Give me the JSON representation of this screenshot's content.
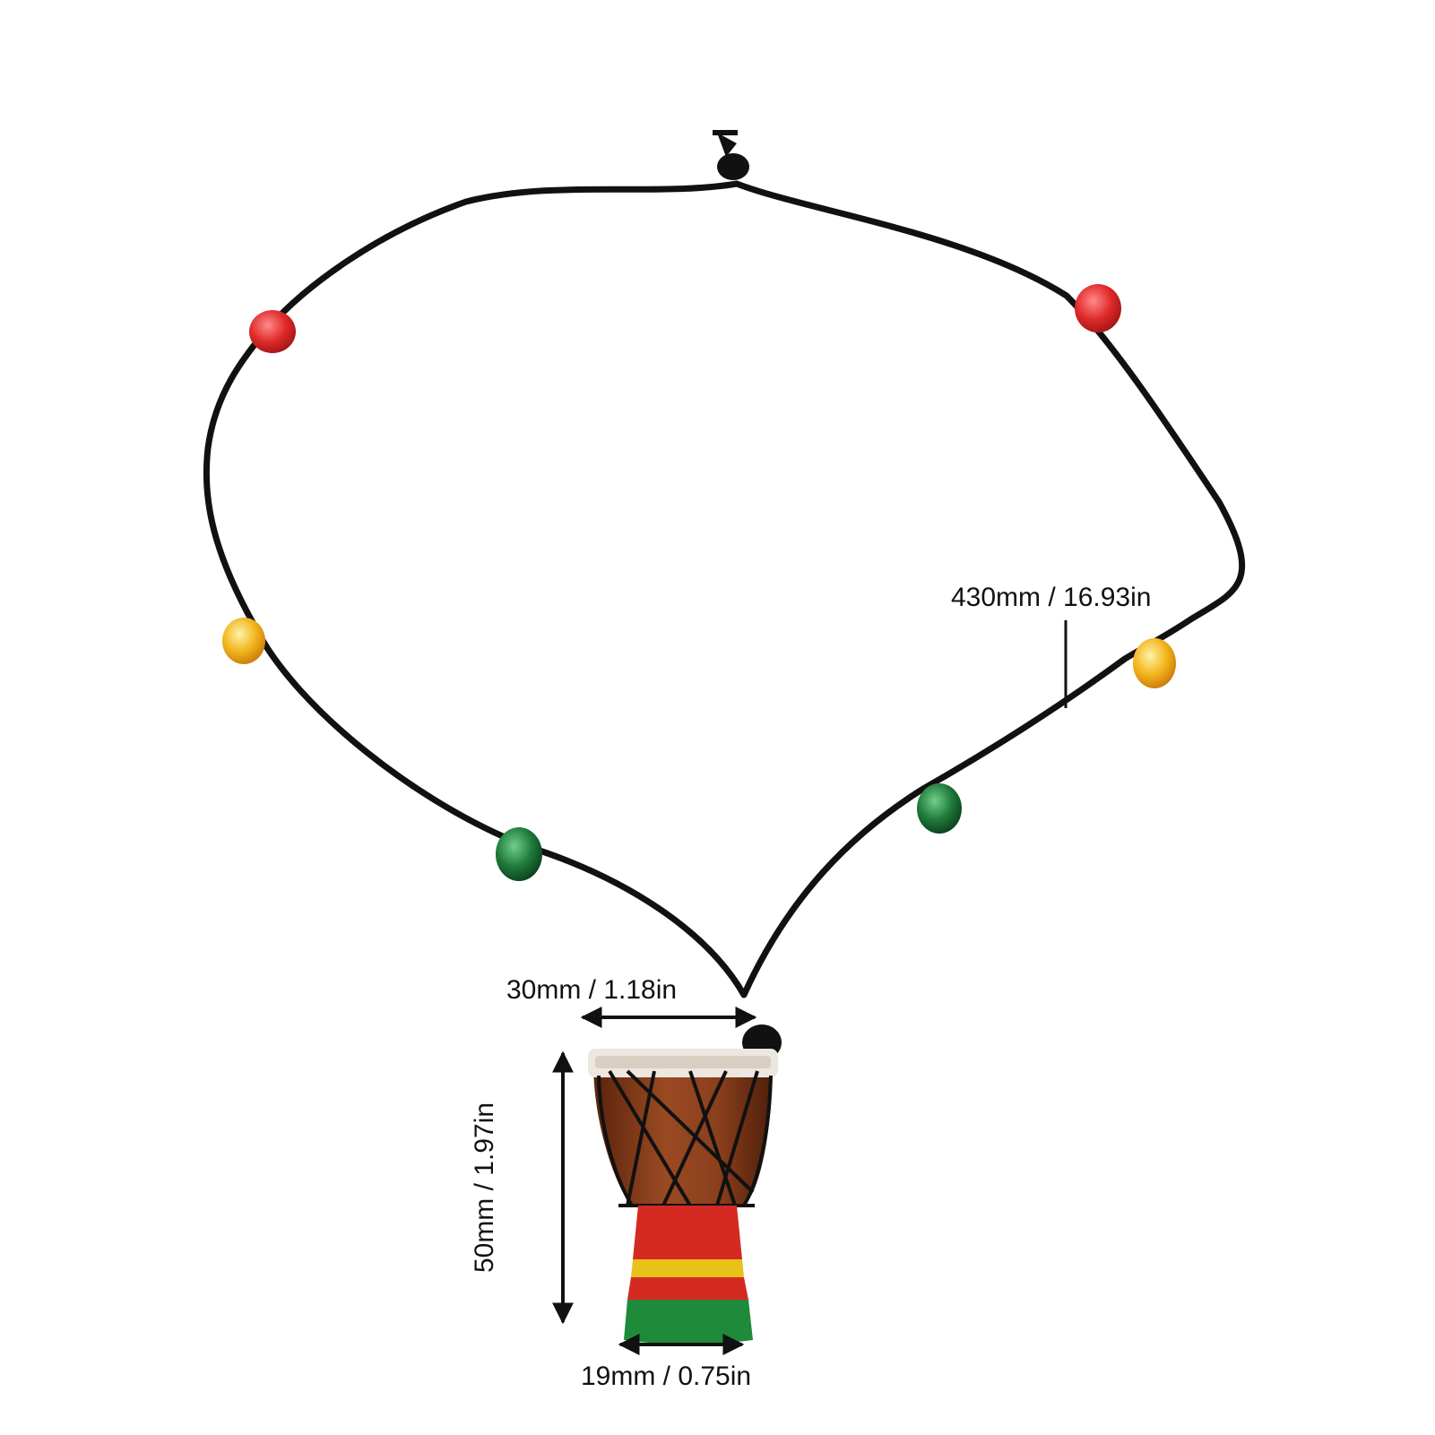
{
  "product": {
    "cord_color": "#111111",
    "beads": [
      {
        "name": "red",
        "color": "#e02a2a"
      },
      {
        "name": "yellow",
        "color": "#f2b51c"
      },
      {
        "name": "green",
        "color": "#1f7a3a"
      }
    ],
    "drum_colors": {
      "head": "#ece7df",
      "body": "#8a3f1c",
      "band_red": "#d42a22",
      "band_yellow": "#e8c21a",
      "band_green": "#1f8a3a"
    }
  },
  "dimensions": {
    "cord_length": "430mm / 16.93in",
    "top_width": "30mm / 1.18in",
    "height": "50mm / 1.97in",
    "bottom_width": "19mm / 0.75in"
  }
}
